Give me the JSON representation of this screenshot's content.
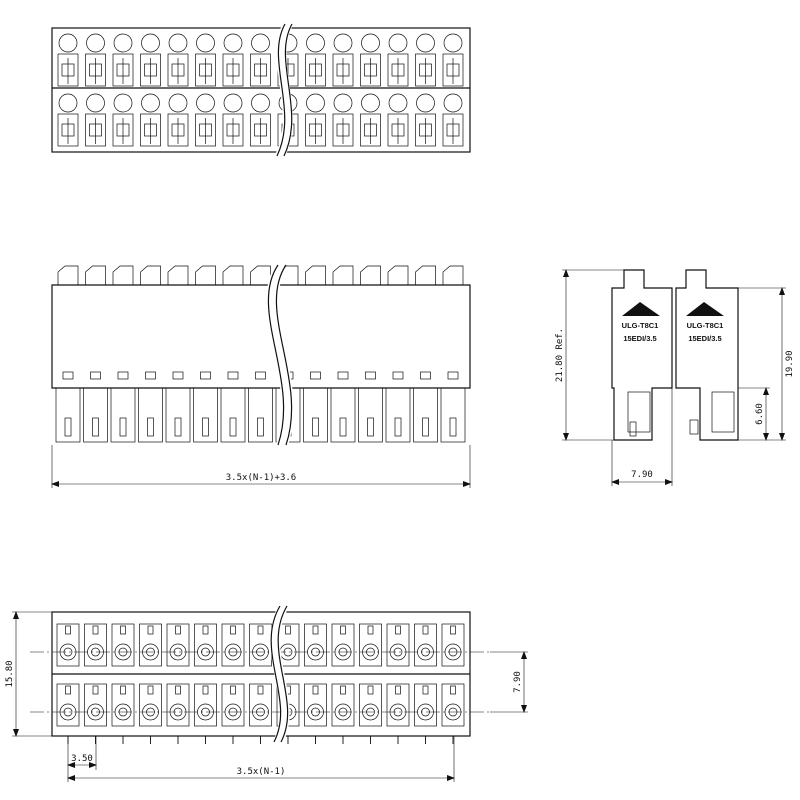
{
  "views": {
    "top": {
      "rows": 2,
      "pins_per_row": 15
    },
    "front": {
      "pins": 15,
      "overall_width_dim": "3.5x(N-1)+3.6"
    },
    "side": {
      "marking_line1": "ULG-T8C1",
      "marking_line2": "15EDI/3.5",
      "dims": {
        "height_ref": "21.80 Ref.",
        "height": "19.90",
        "lower": "6.60",
        "width": "7.90"
      }
    },
    "bottom": {
      "rows": 2,
      "pins_per_row": 15,
      "dims": {
        "depth": "15.80",
        "row_pitch": "7.90",
        "pitch": "3.50",
        "span": "3.5x(N-1)"
      }
    }
  }
}
